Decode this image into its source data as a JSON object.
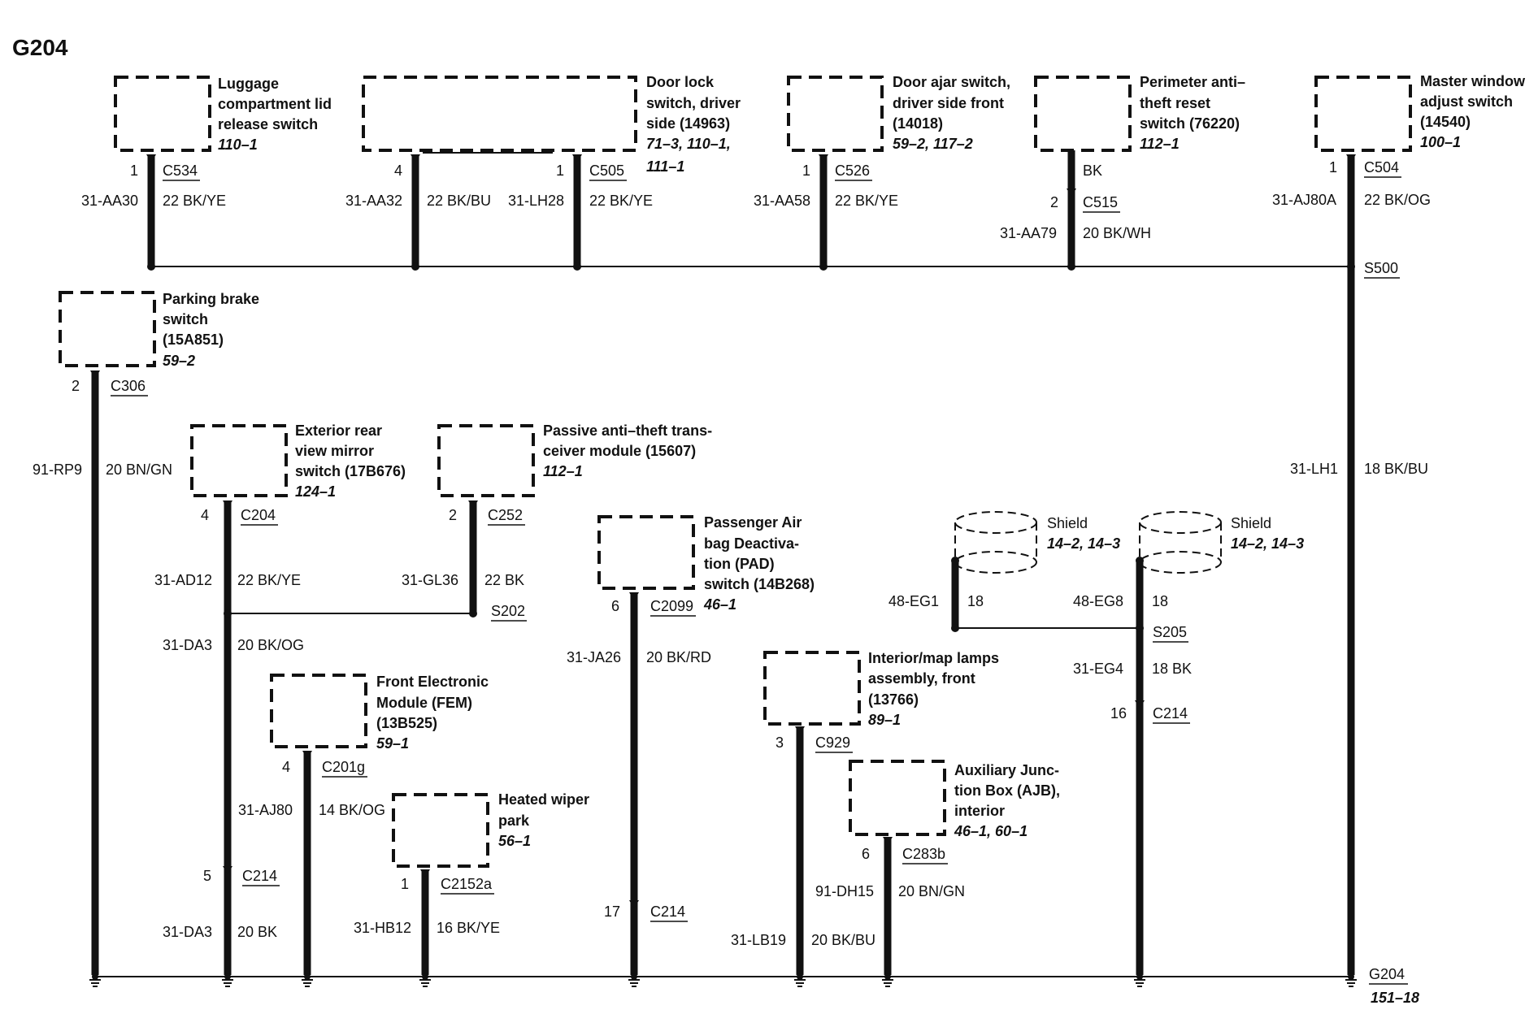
{
  "diagram_title": "G204",
  "components": {
    "luggage": {
      "lines": [
        "Luggage",
        "compartment lid",
        "release switch"
      ],
      "ref": "110–1"
    },
    "door_lock": {
      "lines": [
        "Door lock",
        "switch, driver",
        "side (14963)"
      ],
      "ref": [
        "71–3, 110–1,",
        "111–1"
      ]
    },
    "door_ajar": {
      "lines": [
        "Door ajar switch,",
        "driver side front",
        "(14018)"
      ],
      "ref": "59–2, 117–2"
    },
    "perimeter": {
      "lines": [
        "Perimeter anti–",
        "theft reset",
        "switch (76220)"
      ],
      "ref": "112–1"
    },
    "master_window": {
      "lines": [
        "Master window",
        "adjust switch",
        "(14540)"
      ],
      "ref": "100–1"
    },
    "parking_brake": {
      "lines": [
        "Parking brake",
        "switch",
        "(15A851)"
      ],
      "ref": "59–2"
    },
    "mirror": {
      "lines": [
        "Exterior rear",
        "view mirror",
        "switch (17B676)"
      ],
      "ref": "124–1"
    },
    "pats": {
      "lines": [
        "Passive anti–theft trans-",
        "ceiver module (15607)"
      ],
      "ref": "112–1"
    },
    "pad": {
      "lines": [
        "Passenger Air",
        "bag Deactiva-",
        "tion (PAD)",
        "switch (14B268)"
      ],
      "ref": "46–1"
    },
    "fem": {
      "lines": [
        "Front Electronic",
        "Module (FEM)",
        "(13B525)"
      ],
      "ref": "59–1"
    },
    "interior_lamps": {
      "lines": [
        "Interior/map lamps",
        "assembly, front",
        "(13766)"
      ],
      "ref": "89–1"
    },
    "ajb": {
      "lines": [
        "Auxiliary Junc-",
        "tion Box (AJB),",
        "interior"
      ],
      "ref": "46–1, 60–1"
    },
    "wiper": {
      "lines": [
        "Heated wiper",
        "park"
      ],
      "ref": "56–1"
    }
  },
  "shields": [
    {
      "label": "Shield",
      "ref": "14–2, 14–3"
    },
    {
      "label": "Shield",
      "ref": "14–2, 14–3"
    }
  ],
  "connectors": {
    "c534": "C534",
    "c505": "C505",
    "c526": "C526",
    "c515": "C515",
    "c504": "C504",
    "c306": "C306",
    "c204": "C204",
    "c252": "C252",
    "c2099": "C2099",
    "c201g": "C201g",
    "c929": "C929",
    "c283b": "C283b",
    "c2152a": "C2152a",
    "c214_a": "C214",
    "c214_b": "C214",
    "c214_c": "C214"
  },
  "pins": {
    "luggage": "1",
    "door_lock_a": "4",
    "door_lock_b": "1",
    "door_ajar": "1",
    "perimeter": "2",
    "master_window": "1",
    "parking_brake": "2",
    "mirror": "4",
    "pats": "2",
    "pad": "6",
    "fem": "4",
    "interior_lamps": "3",
    "ajb": "6",
    "wiper": "1",
    "c214_a": "5",
    "c214_b": "17",
    "c214_c": "16"
  },
  "circuits": {
    "aa30": "31-AA30",
    "aa30_w": "22 BK/YE",
    "aa32": "31-AA32",
    "aa32_w": "22 BK/BU",
    "lh28": "31-LH28",
    "lh28_w": "22 BK/YE",
    "aa58": "31-AA58",
    "aa58_w": "22 BK/YE",
    "perim_w": "BK",
    "aa79": "31-AA79",
    "aa79_w": "20 BK/WH",
    "aj80a": "31-AJ80A",
    "aj80a_w": "22 BK/OG",
    "rp9": "91-RP9",
    "rp9_w": "20 BN/GN",
    "lh1": "31-LH1",
    "lh1_w": "18 BK/BU",
    "ad12": "31-AD12",
    "ad12_w": "22 BK/YE",
    "gl36": "31-GL36",
    "gl36_w": "22 BK",
    "da3a": "31-DA3",
    "da3a_w": "20 BK/OG",
    "aj80": "31-AJ80",
    "aj80_w": "14 BK/OG",
    "da3b": "31-DA3",
    "da3b_w": "20 BK",
    "ja26": "31-JA26",
    "ja26_w": "20 BK/RD",
    "hb12": "31-HB12",
    "hb12_w": "16 BK/YE",
    "eg1": "48-EG1",
    "eg1_w": "18",
    "eg8": "48-EG8",
    "eg8_w": "18",
    "eg4": "31-EG4",
    "eg4_w": "18 BK",
    "dh15": "91-DH15",
    "dh15_w": "20 BN/GN",
    "lb19": "31-LB19",
    "lb19_w": "20 BK/BU"
  },
  "splices": {
    "s500": "S500",
    "s202": "S202",
    "s205": "S205"
  },
  "ground": {
    "label": "G204",
    "ref": "151–18"
  }
}
